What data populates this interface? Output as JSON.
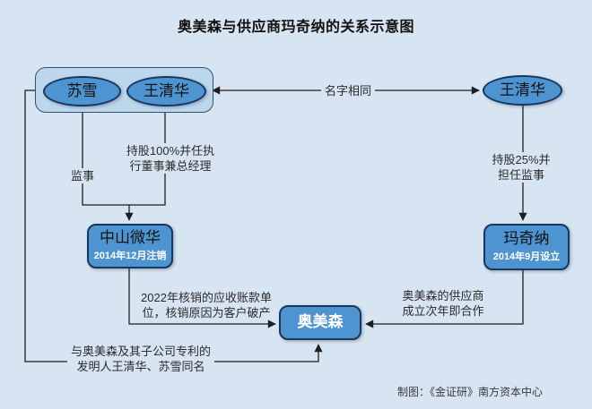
{
  "title": "奥美森与供应商玛奇纳的关系示意图",
  "nodes": {
    "su_xue": {
      "label": "苏雪"
    },
    "wang_qinghua_left": {
      "label": "王清华"
    },
    "wang_qinghua_right": {
      "label": "王清华"
    },
    "zhongshan_weihua": {
      "label": "中山微华",
      "note": "2014年12月注销"
    },
    "maqina": {
      "label": "玛奇纳",
      "note": "2014年9月设立"
    },
    "aomeisen": {
      "label": "奥美森"
    }
  },
  "edge_labels": {
    "same_name": "名字相同",
    "su_xue_role": "监事",
    "wang_left_role": "持股100%并任执\n行董事兼总经理",
    "wang_right_role": "持股25%并\n担任监事",
    "writeoff_note": "2022年核销的应收账款单\n位，核销原因为客户破产",
    "supplier_note": "奥美森的供应商\n成立次年即合作",
    "patent_note": "与奥美森及其子公司专利的\n发明人王清华、苏雪同名"
  },
  "credit": "制图：《金证研》南方资本中心",
  "colors": {
    "background": "#d7e4f1",
    "group_fill": "#bcd6ec",
    "node_fill": "#4e94d0",
    "node_border": "#17375e",
    "line": "#1f1f1f"
  }
}
